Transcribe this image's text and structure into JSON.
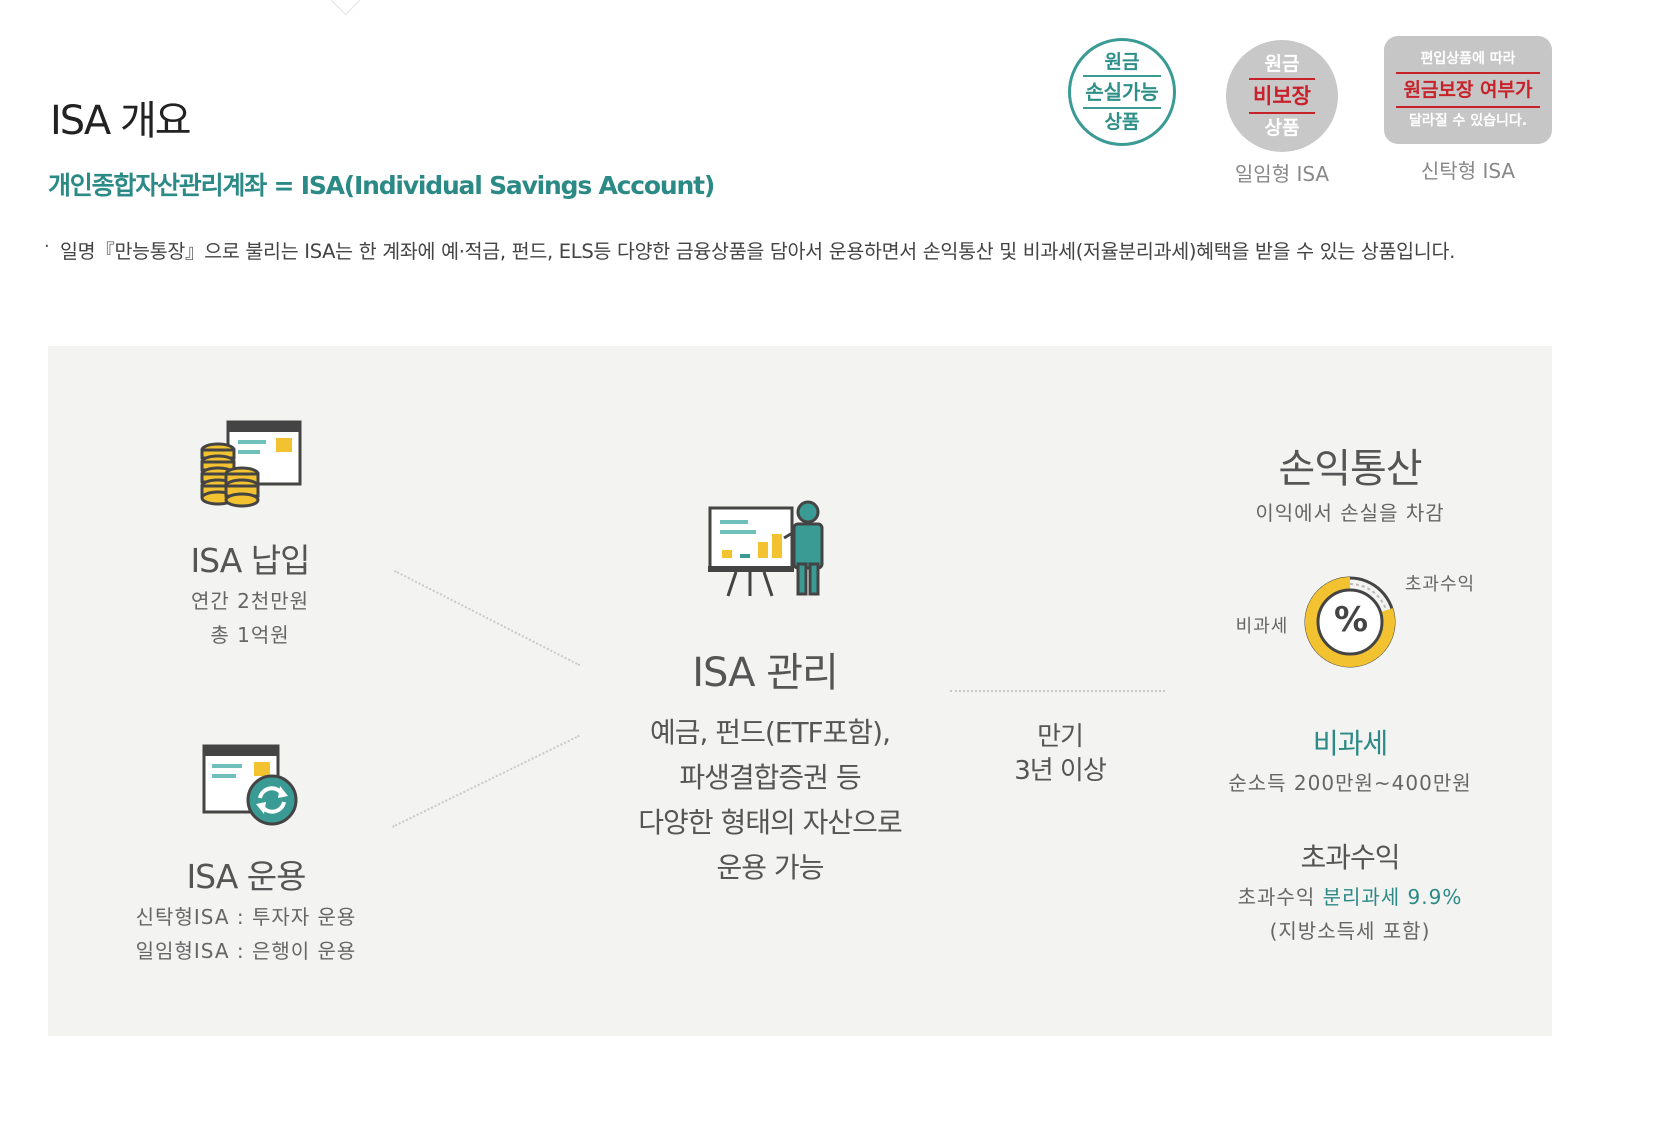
{
  "header": {
    "title": "ISA 개요",
    "subtitle": "개인종합자산관리계좌 = ISA(Individual Savings Account)",
    "bullet": "·",
    "description": "일명『만능통장』으로 불리는 ISA는 한 계좌에 예·적금, 펀드, ELS등 다양한 금융상품을 담아서 운용하면서 손익통산 및 비과세(저율분리과세)혜택을 받을 수 있는 상품입니다."
  },
  "badges": [
    {
      "line1": "원금",
      "line2": "손실가능",
      "line3": "상품",
      "caption": ""
    },
    {
      "line1": "원금",
      "line2": "비보장",
      "line3": "상품",
      "caption": "일임형 ISA"
    },
    {
      "line1": "편입상품에 따라",
      "line2": "원금보장 여부가",
      "line3": "달라질 수 있습니다.",
      "caption": "신탁형 ISA"
    }
  ],
  "flow": {
    "deposit": {
      "title": "ISA 납입",
      "line1": "연간 2천만원",
      "line2": "총 1억원"
    },
    "operation": {
      "title": "ISA 운용",
      "line1": "신탁형ISA : 투자자 운용",
      "line2": "일임형ISA : 은행이 운용"
    },
    "management": {
      "title": "ISA 관리",
      "desc1": "예금, 펀드(ETF포함),",
      "desc2": "파생결합증권 등",
      "desc3": "다양한 형태의 자산으로",
      "desc4": "운용 가능"
    },
    "maturity": {
      "line1": "만기",
      "line2": "3년 이상"
    },
    "netting": {
      "title": "손익통산",
      "subtitle": "이익에서 손실을 차감"
    },
    "donut": {
      "label_left": "비과세",
      "label_right": "초과수익",
      "center": "%",
      "taxfree_fraction": 0.8
    },
    "taxfree": {
      "title": "비과세",
      "desc": "순소득 200만원~400만원"
    },
    "excess": {
      "title": "초과수익",
      "desc_prefix": "초과수익",
      "desc_highlight": "분리과세 9.9%",
      "desc2": "(지방소득세 포함)"
    }
  },
  "colors": {
    "accent": "#2b8a86",
    "red": "#c8212a",
    "gold": "#f2c230",
    "panel": "#f3f3f2"
  }
}
